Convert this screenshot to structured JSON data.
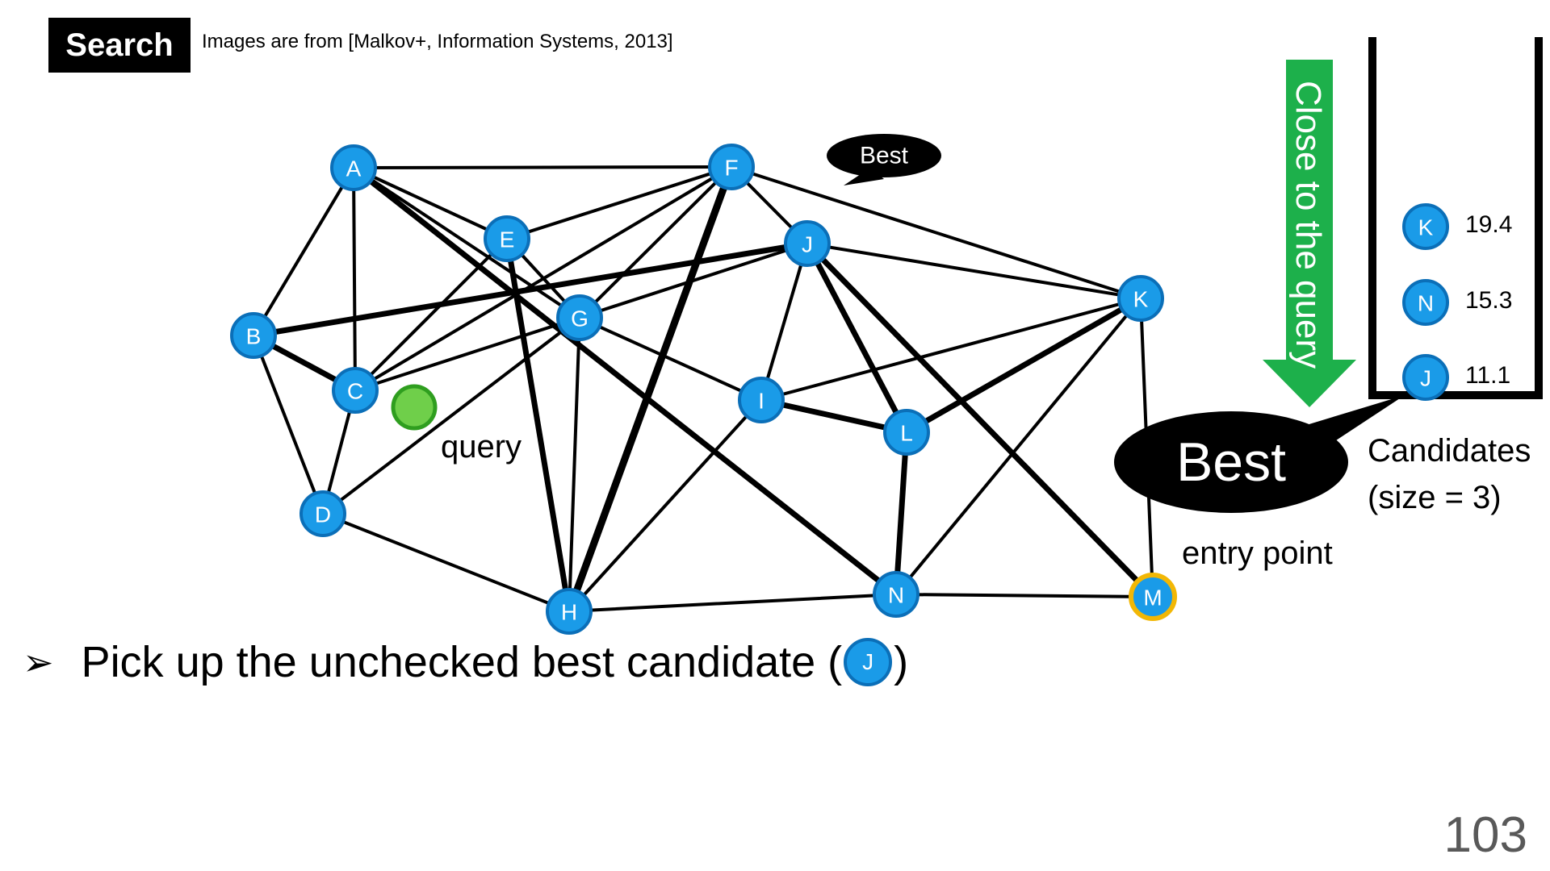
{
  "header": {
    "title": "Search",
    "source_note": "Images are from [Malkov+, Information Systems, 2013]"
  },
  "graph": {
    "nodes": {
      "A": "A",
      "B": "B",
      "C": "C",
      "D": "D",
      "E": "E",
      "F": "F",
      "G": "G",
      "H": "H",
      "I": "I",
      "J": "J",
      "K": "K",
      "L": "L",
      "M": "M",
      "N": "N"
    },
    "query_label": "query",
    "best_small_label": "Best",
    "best_large_label": "Best",
    "entry_point_label": "entry point",
    "arrow_label": "Close to the query"
  },
  "candidates": {
    "items": [
      {
        "node": "K",
        "distance": "19.4"
      },
      {
        "node": "N",
        "distance": "15.3"
      },
      {
        "node": "J",
        "distance": "11.1"
      }
    ],
    "caption_line1": "Candidates",
    "caption_line2": "(size = 3)"
  },
  "bullet": {
    "arrow": "➢",
    "text_before": "Pick up the unchecked best candidate (",
    "node": "J",
    "text_after": ")"
  },
  "page_number": "103",
  "colors": {
    "node_fill": "#1a9be8",
    "entry_ring": "#f2b705",
    "query_fill": "#6fcf4a",
    "arrow_green": "#1db04b"
  }
}
